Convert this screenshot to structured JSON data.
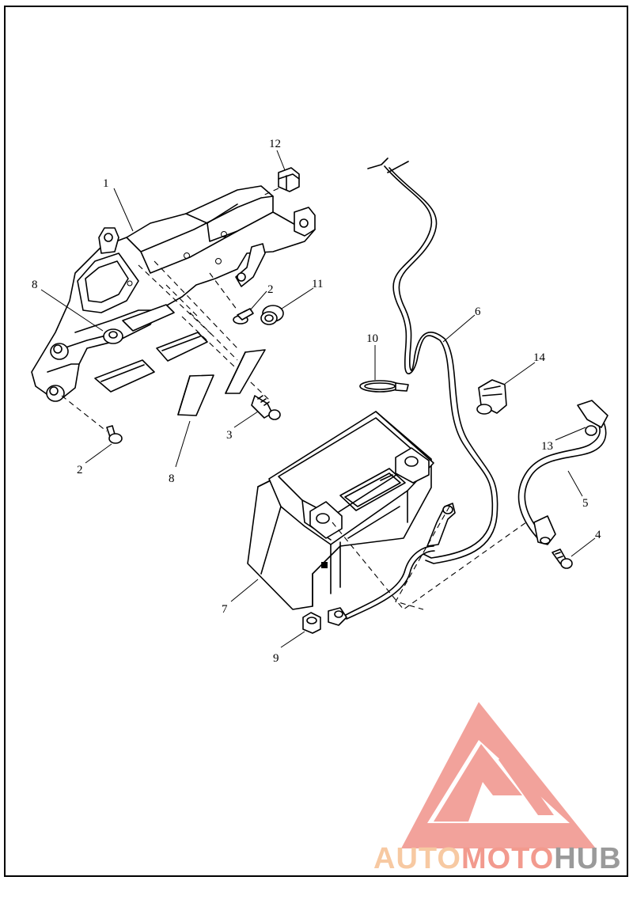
{
  "diagram": {
    "callouts": [
      {
        "id": "c1",
        "text": "1"
      },
      {
        "id": "c12",
        "text": "12"
      },
      {
        "id": "c8a",
        "text": "8"
      },
      {
        "id": "c2a",
        "text": "2"
      },
      {
        "id": "c11",
        "text": "11"
      },
      {
        "id": "c6",
        "text": "6"
      },
      {
        "id": "c10",
        "text": "10"
      },
      {
        "id": "c14",
        "text": "14"
      },
      {
        "id": "c3",
        "text": "3"
      },
      {
        "id": "c2b",
        "text": "2"
      },
      {
        "id": "c8b",
        "text": "8"
      },
      {
        "id": "c13",
        "text": "13"
      },
      {
        "id": "c5",
        "text": "5"
      },
      {
        "id": "c4",
        "text": "4"
      },
      {
        "id": "c7",
        "text": "7"
      },
      {
        "id": "c9",
        "text": "9"
      }
    ]
  },
  "watermark": {
    "brand_auto": "AUTO",
    "brand_moto": "MOTO",
    "brand_hub": "HUB",
    "colors": {
      "triangle": "#f2a29b",
      "auto": "#f7c9a2",
      "moto": "#f29a8e",
      "hub": "#9a9a9a"
    }
  }
}
